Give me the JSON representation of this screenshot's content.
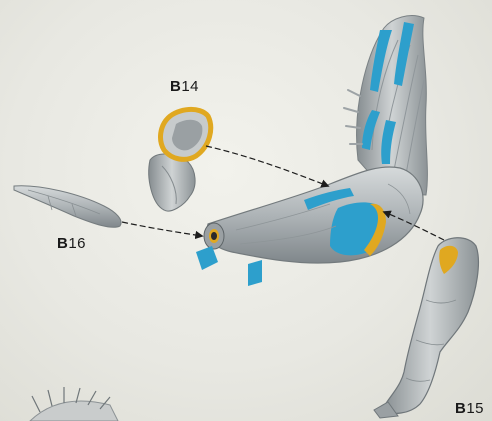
{
  "labels": {
    "b14": {
      "prefix": "B",
      "number": "14"
    },
    "b16": {
      "prefix": "B",
      "number": "16"
    },
    "b15": {
      "prefix": "B",
      "number": "15"
    }
  },
  "colors": {
    "background": "#e8e8e2",
    "metal": "#b7bcbe",
    "metal_shadow": "#7f868a",
    "socket_blue": "#2d9fcc",
    "rim_gold": "#e0a820",
    "arrow": "#1d1d1d"
  }
}
